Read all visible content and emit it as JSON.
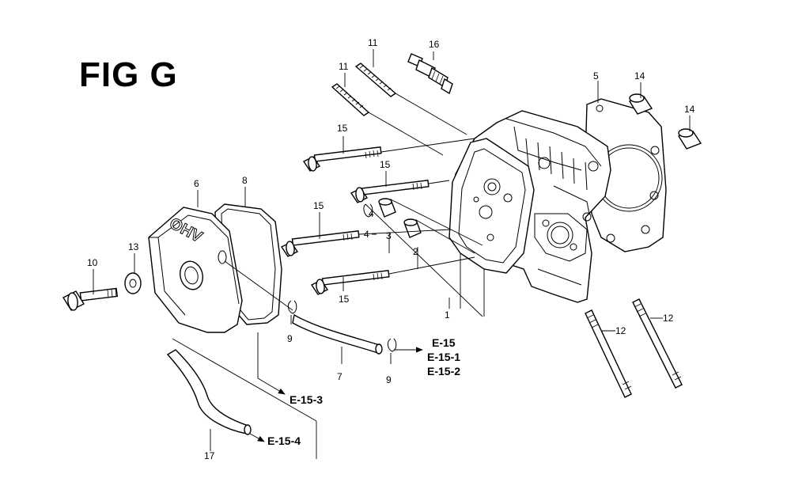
{
  "figure_title": "FIG G",
  "cover_lettering": "OHV",
  "callouts": {
    "c1": "1",
    "c2": "2",
    "c3": "3",
    "c4a": "4",
    "c4b": "4",
    "c5": "5",
    "c6": "6",
    "c7": "7",
    "c8": "8",
    "c9a": "9",
    "c9b": "9",
    "c10": "10",
    "c11a": "11",
    "c11b": "11",
    "c12a": "12",
    "c12b": "12",
    "c13": "13",
    "c14a": "14",
    "c14b": "14",
    "c15a": "15",
    "c15b": "15",
    "c15c": "15",
    "c15d": "15",
    "c16": "16",
    "c17": "17"
  },
  "references": {
    "e15": "E-15",
    "e15_1": "E-15-1",
    "e15_2": "E-15-2",
    "e15_3": "E-15-3",
    "e15_4": "E-15-4"
  }
}
